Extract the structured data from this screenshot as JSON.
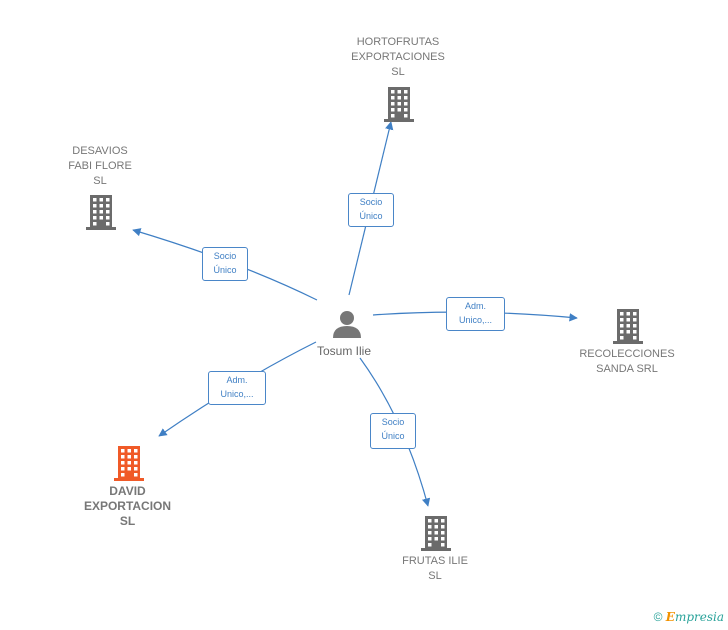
{
  "center": {
    "name": "Tosum Ilie",
    "icon": "person-icon"
  },
  "nodes": [
    {
      "id": "hortofrutas",
      "label": "HORTOFRUTAS\nEXPORTACIONES\nSL",
      "icon": "building-icon",
      "color": "#6b6b6b"
    },
    {
      "id": "desavios",
      "label": "DESAVIOS\nFABI FLORE\nSL",
      "icon": "building-icon",
      "color": "#6b6b6b"
    },
    {
      "id": "recolecciones",
      "label": "RECOLECCIONES\nSANDA SRL",
      "icon": "building-icon",
      "color": "#6b6b6b"
    },
    {
      "id": "david",
      "label": "DAVID\nEXPORTACION\nSL",
      "icon": "building-icon",
      "color": "#f05a28"
    },
    {
      "id": "frutas",
      "label": "FRUTAS ILIE\nSL",
      "icon": "building-icon",
      "color": "#6b6b6b"
    }
  ],
  "edges": [
    {
      "to": "hortofrutas",
      "label": "Socio\nÚnico"
    },
    {
      "to": "desavios",
      "label": "Socio\nÚnico"
    },
    {
      "to": "recolecciones",
      "label": "Adm.\nUnico,..."
    },
    {
      "to": "david",
      "label": "Adm.\nUnico,..."
    },
    {
      "to": "frutas",
      "label": "Socio\nÚnico"
    }
  ],
  "colors": {
    "edge": "#3f7fc4",
    "node_default": "#6b6b6b",
    "node_highlight": "#f05a28"
  },
  "footer": {
    "copyright": "©",
    "brand_first": "E",
    "brand_rest": "mpresia"
  }
}
